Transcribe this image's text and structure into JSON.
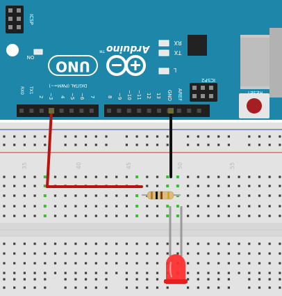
{
  "board": {
    "name": "Arduino",
    "tm": "TM",
    "model": "UNO",
    "icsp_top": "ICSP",
    "icsp2": "ICSP2",
    "reset": "RESET",
    "on": "ON",
    "rx": "RX",
    "tx": "TX",
    "l": "L",
    "digital": "DIGITAL (PWM=~)",
    "rx0": "RX0",
    "tx1": "TX1",
    "aref": "AREF",
    "gnd": "GND",
    "pins_left": [
      "2",
      "~3",
      "4",
      "~5",
      "~6",
      "7"
    ],
    "pins_right": [
      "8",
      "~9",
      "~10",
      "~11",
      "12",
      "13"
    ],
    "colors": {
      "pcb": "#1e86a8",
      "header": "#1f1f1f",
      "usb": "#c8c8c8",
      "button": "#a51e22"
    }
  },
  "breadboard": {
    "column_labels": [
      "35",
      "40",
      "45",
      "50",
      "55"
    ],
    "colors": {
      "body": "#e3e3e3",
      "rail_red": "#d62f2f",
      "rail_blue": "#2b3fa0",
      "hole": "#3d3d3d",
      "active_hole": "#34c22c"
    }
  },
  "wires": {
    "signal_color": "#b8140f",
    "ground_color": "#111111"
  },
  "components": {
    "resistor_bands": [
      "#c4820c",
      "#111111",
      "#8a3b12",
      "#d4a80e"
    ],
    "led_color": "#ff2a2a"
  }
}
